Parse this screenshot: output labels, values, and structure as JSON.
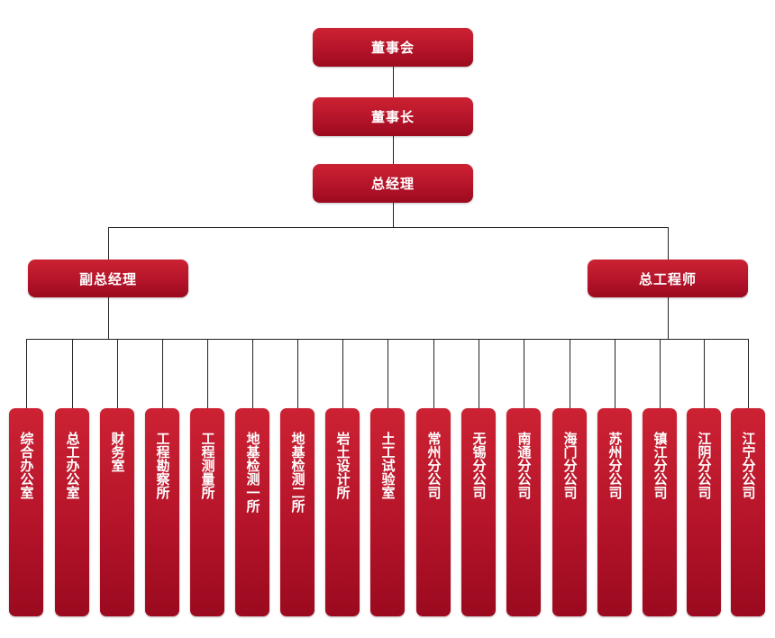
{
  "org": {
    "board": "董事会",
    "chairman": "董事长",
    "gm": "总经理",
    "deputy_gm": "副总经理",
    "chief_engineer": "总工程师",
    "departments": [
      "综合办公室",
      "总工办公室",
      "财务室",
      "工程勘察所",
      "工程测量所",
      "地基检测一所",
      "地基检测二所",
      "岩土设计所",
      "土工试验室",
      "常州分公司",
      "无锡分公司",
      "南通分公司",
      "海门分公司",
      "苏州分公司",
      "镇江分公司",
      "江阴分公司",
      "江宁分公司"
    ]
  },
  "colors": {
    "box": "#b5142a",
    "line": "#222222",
    "text": "#ffffff"
  }
}
